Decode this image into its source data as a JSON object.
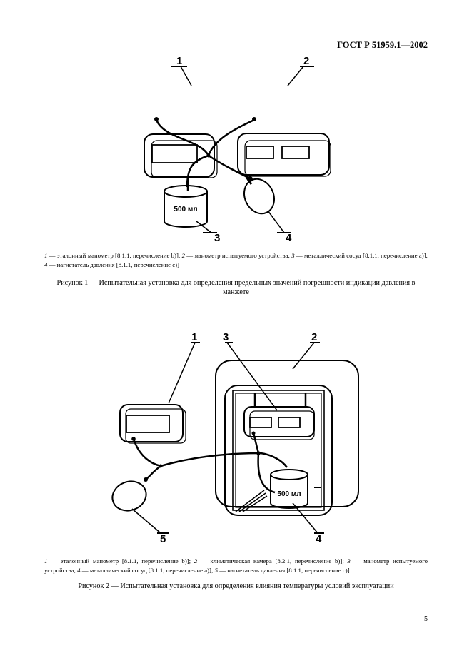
{
  "header": {
    "doc_id": "ГОСТ Р 51959.1—2002"
  },
  "figure1": {
    "labels": [
      "1",
      "2",
      "3",
      "4"
    ],
    "vessel_label": "500 мл",
    "legend": [
      {
        "num": "1",
        "text": " — эталонный манометр [8.1.1, перечисление b)]; "
      },
      {
        "num": "2",
        "text": " — манометр испытуемого устройства; "
      },
      {
        "num": "3",
        "text": " — металлический сосуд [8.1.1, перечисление a)]; "
      },
      {
        "num": "4",
        "text": " — нагнетатель давления [8.1.1, перечисление c)]"
      }
    ],
    "caption": "Рисунок 1 — Испытательная установка для определения предельных значений погрешности индикации давления в манжете"
  },
  "figure2": {
    "labels": [
      "1",
      "2",
      "3",
      "4",
      "5"
    ],
    "vessel_label": "500 мл",
    "legend": [
      {
        "num": "1",
        "text": " — эталонный манометр [8.1.1, перечисление b)]; "
      },
      {
        "num": "2",
        "text": " — климатическая камера [8.2.1, перечисление b)]; "
      },
      {
        "num": "3",
        "text": " — манометр испытуемого устройства; "
      },
      {
        "num": "4",
        "text": " — металлический сосуд [8.1.1, перечисление a)]; "
      },
      {
        "num": "5",
        "text": " — нагнетатель давления [8.1.1, перечисление c)]"
      }
    ],
    "caption": "Рисунок 2 — Испытательная установка для определения влияния температуры условий эксплуатации"
  },
  "footer": {
    "page_number": "5"
  }
}
